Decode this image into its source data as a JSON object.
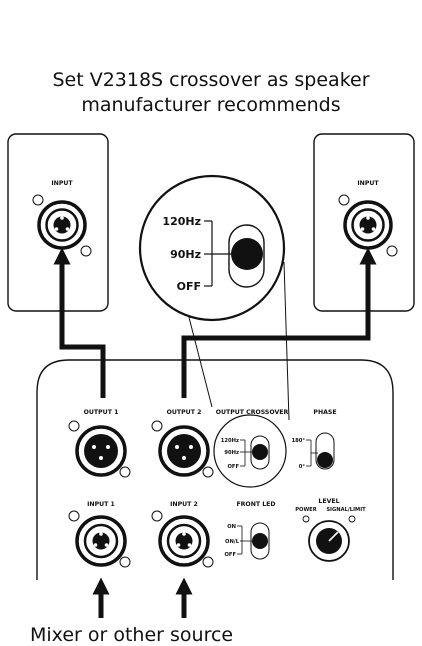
{
  "title": {
    "line1": "Set V2318S crossover as speaker",
    "line2": "manufacturer recommends"
  },
  "speakers": {
    "left_input_label": "INPUT",
    "right_input_label": "INPUT"
  },
  "zoom": {
    "opt_120": "120Hz",
    "opt_90": "90Hz",
    "opt_off": "OFF"
  },
  "panel": {
    "output1": "OUTPUT 1",
    "output2": "OUTPUT 2",
    "output_crossover": "OUTPUT CROSSOVER",
    "phase": "PHASE",
    "phase_180": "180°",
    "phase_0": "0°",
    "xover_120": "120Hz",
    "xover_90": "90Hz",
    "xover_off": "OFF",
    "input1": "INPUT 1",
    "input2": "INPUT 2",
    "front_led": "FRONT LED",
    "led_on": "ON",
    "led_on_l": "ON/L",
    "led_off": "OFF",
    "level": "LEVEL",
    "power": "POWER",
    "signal_limit": "SIGNAL/LIMIT"
  },
  "footer": "Mixer or other source",
  "colors": {
    "ink": "#111111",
    "background": "#ffffff"
  },
  "icons": [
    "combo-jack-icon",
    "xlr-jack-icon",
    "toggle-switch-icon",
    "level-knob-icon",
    "arrow-icon"
  ]
}
